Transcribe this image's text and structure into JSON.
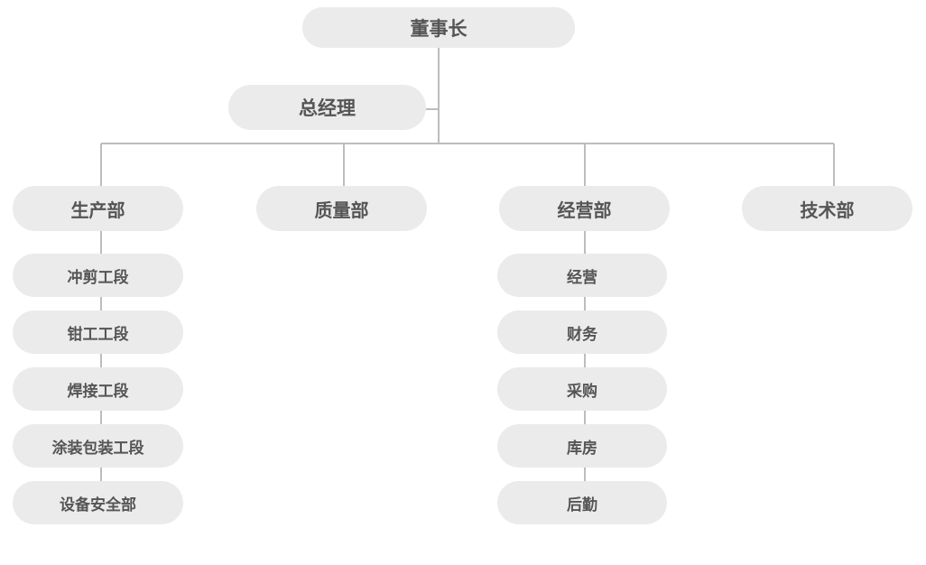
{
  "org": {
    "chairman": "董事长",
    "general_manager": "总经理",
    "departments": {
      "production": {
        "label": "生产部",
        "units": [
          "冲剪工段",
          "钳工工段",
          "焊接工段",
          "涂装包装工段",
          "设备安全部"
        ]
      },
      "quality": {
        "label": "质量部"
      },
      "operations": {
        "label": "经营部",
        "units": [
          "经营",
          "财务",
          "采购",
          "库房",
          "后勤"
        ]
      },
      "technology": {
        "label": "技术部"
      }
    }
  },
  "colors": {
    "node_fill": "#ebebeb",
    "node_text": "#555555",
    "connector": "#bdbdbd"
  }
}
